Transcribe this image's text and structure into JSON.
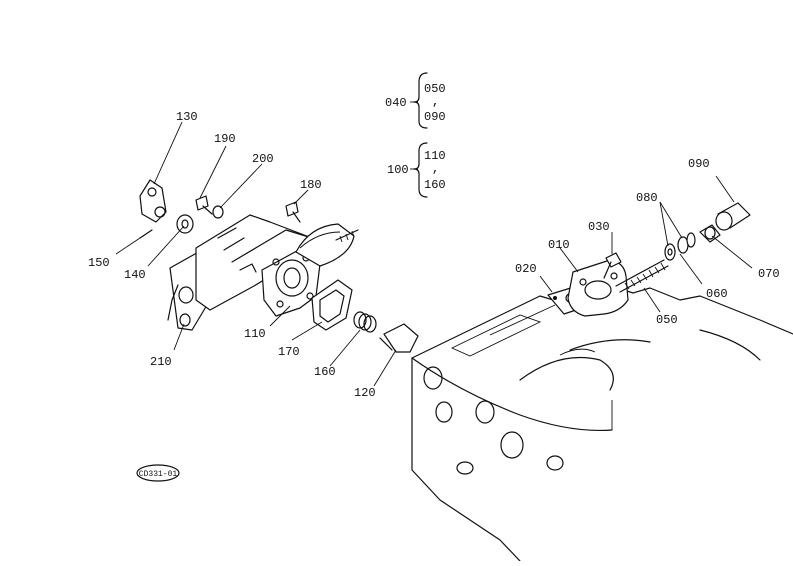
{
  "labels": {
    "p010": "010",
    "p020": "020",
    "p030": "030",
    "p040": "040",
    "p050": "050",
    "p060": "060",
    "p070": "070",
    "p080": "080",
    "p090": "090",
    "p100": "100",
    "p110": "110",
    "p120": "120",
    "p130": "130",
    "p140": "140",
    "p150": "150",
    "p160": "160",
    "p170": "170",
    "p180": "180",
    "p190": "190",
    "p200": "200",
    "p210": "210"
  },
  "legend": {
    "g040": {
      "code": "040",
      "from": "050",
      "sep": ",",
      "to": "090"
    },
    "g100": {
      "code": "100",
      "from": "110",
      "sep": ",",
      "to": "160"
    }
  },
  "figure_code": "CD331-01"
}
